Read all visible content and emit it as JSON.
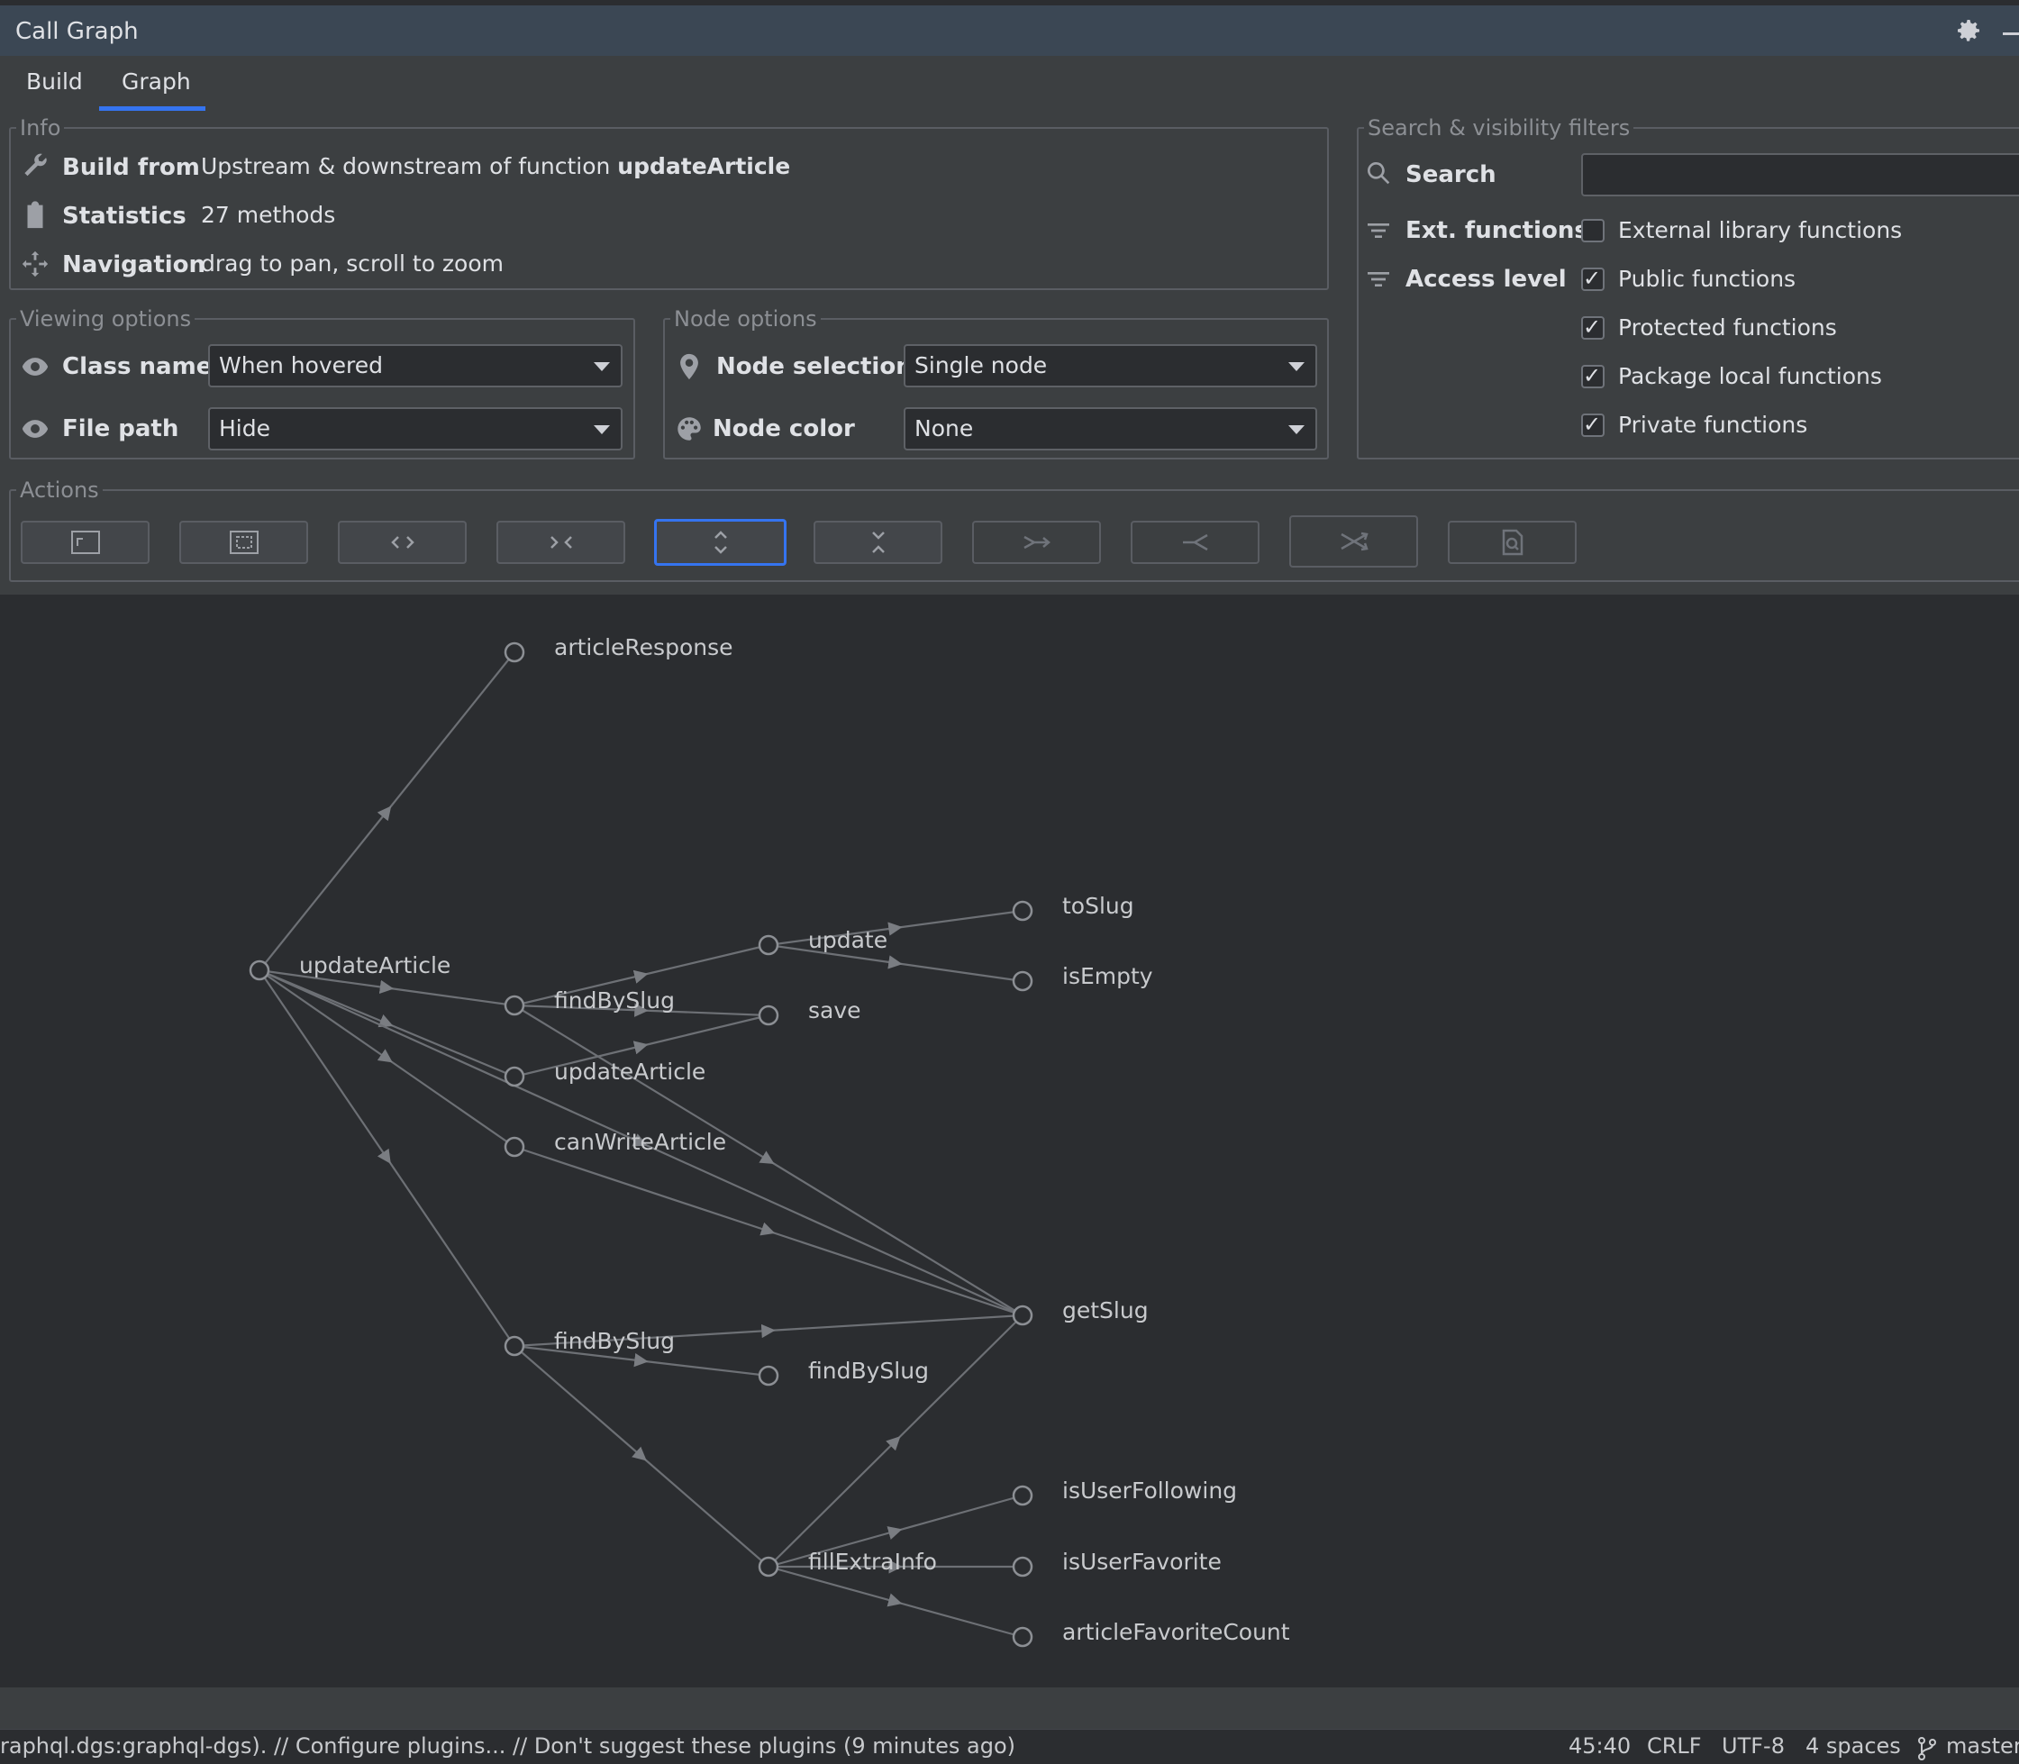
{
  "window": {
    "title": "Call Graph",
    "settings_icon": "gear-icon",
    "minimize_icon": "minimize-icon"
  },
  "tabs": [
    {
      "label": "Build"
    },
    {
      "label": "Graph",
      "active": true
    }
  ],
  "info": {
    "legend": "Info",
    "build_from": {
      "label": "Build from",
      "prefix": "Upstream & downstream of function ",
      "function": "updateArticle",
      "icon": "wrench-icon"
    },
    "statistics": {
      "label": "Statistics",
      "value": "27 methods",
      "icon": "clipboard-icon"
    },
    "navigation": {
      "label": "Navigation",
      "value": "drag to pan, scroll to zoom",
      "icon": "move-icon"
    }
  },
  "viewing_options": {
    "legend": "Viewing options",
    "class_name": {
      "label": "Class name",
      "value": "When hovered",
      "icon": "eye-icon"
    },
    "file_path": {
      "label": "File path",
      "value": "Hide",
      "icon": "eye-icon"
    }
  },
  "node_options": {
    "legend": "Node options",
    "node_selection": {
      "label": "Node selection",
      "value": "Single node",
      "icon": "pin-icon"
    },
    "node_color": {
      "label": "Node color",
      "value": "None",
      "icon": "palette-icon"
    }
  },
  "filters": {
    "legend": "Search & visibility filters",
    "search": {
      "label": "Search",
      "value": "",
      "icon": "search-icon"
    },
    "ext_functions": {
      "label": "Ext. functions",
      "icon": "filter-icon"
    },
    "access_level": {
      "label": "Access level",
      "icon": "filter-icon"
    },
    "checkboxes": [
      {
        "label": "External library functions",
        "checked": false
      },
      {
        "label": "Public functions",
        "checked": true
      },
      {
        "label": "Protected functions",
        "checked": true
      },
      {
        "label": "Package local functions",
        "checked": true
      },
      {
        "label": "Private functions",
        "checked": true
      }
    ]
  },
  "actions": {
    "legend": "Actions",
    "buttons": [
      {
        "icon": "fit-to-view-icon"
      },
      {
        "icon": "fit-selection-icon"
      },
      {
        "icon": "expand-horizontal-icon"
      },
      {
        "icon": "collapse-horizontal-icon"
      },
      {
        "icon": "expand-vertical-icon",
        "focused": true
      },
      {
        "icon": "collapse-vertical-icon"
      },
      {
        "icon": "merge-arrow-icon",
        "disabled": true
      },
      {
        "icon": "split-arrow-icon",
        "disabled": true
      },
      {
        "icon": "shuffle-icon",
        "disabled": true
      },
      {
        "icon": "find-usages-icon",
        "disabled": true
      }
    ]
  },
  "graph": {
    "nodes": [
      {
        "id": "n1",
        "label": "articleResponse"
      },
      {
        "id": "n2",
        "label": "updateArticle"
      },
      {
        "id": "n3",
        "label": "findBySlug"
      },
      {
        "id": "n4",
        "label": "updateArticle"
      },
      {
        "id": "n5",
        "label": "canWriteArticle"
      },
      {
        "id": "n6",
        "label": "findBySlug"
      },
      {
        "id": "n7",
        "label": "update"
      },
      {
        "id": "n8",
        "label": "save"
      },
      {
        "id": "n9",
        "label": "findBySlug"
      },
      {
        "id": "n10",
        "label": "fillExtraInfo"
      },
      {
        "id": "n11",
        "label": "toSlug"
      },
      {
        "id": "n12",
        "label": "isEmpty"
      },
      {
        "id": "n13",
        "label": "getSlug"
      },
      {
        "id": "n14",
        "label": "isUserFollowing"
      },
      {
        "id": "n15",
        "label": "isUserFavorite"
      },
      {
        "id": "n16",
        "label": "articleFavoriteCount"
      }
    ],
    "edges": [
      [
        "n2",
        "n1"
      ],
      [
        "n2",
        "n3"
      ],
      [
        "n2",
        "n4"
      ],
      [
        "n2",
        "n5"
      ],
      [
        "n2",
        "n6"
      ],
      [
        "n2",
        "n13"
      ],
      [
        "n3",
        "n7"
      ],
      [
        "n3",
        "n8"
      ],
      [
        "n3",
        "n13"
      ],
      [
        "n4",
        "n8"
      ],
      [
        "n5",
        "n13"
      ],
      [
        "n6",
        "n13"
      ],
      [
        "n6",
        "n9"
      ],
      [
        "n6",
        "n10"
      ],
      [
        "n7",
        "n11"
      ],
      [
        "n7",
        "n12"
      ],
      [
        "n10",
        "n13"
      ],
      [
        "n10",
        "n14"
      ],
      [
        "n10",
        "n15"
      ],
      [
        "n10",
        "n16"
      ]
    ]
  },
  "status_bar": {
    "message": "raphql.dgs:graphql-dgs). // Configure plugins... // Don't suggest these plugins (9 minutes ago)",
    "position": "45:40",
    "line_ending": "CRLF",
    "encoding": "UTF-8",
    "indent": "4 spaces",
    "branch": "master",
    "branch_icon": "git-branch-icon"
  }
}
